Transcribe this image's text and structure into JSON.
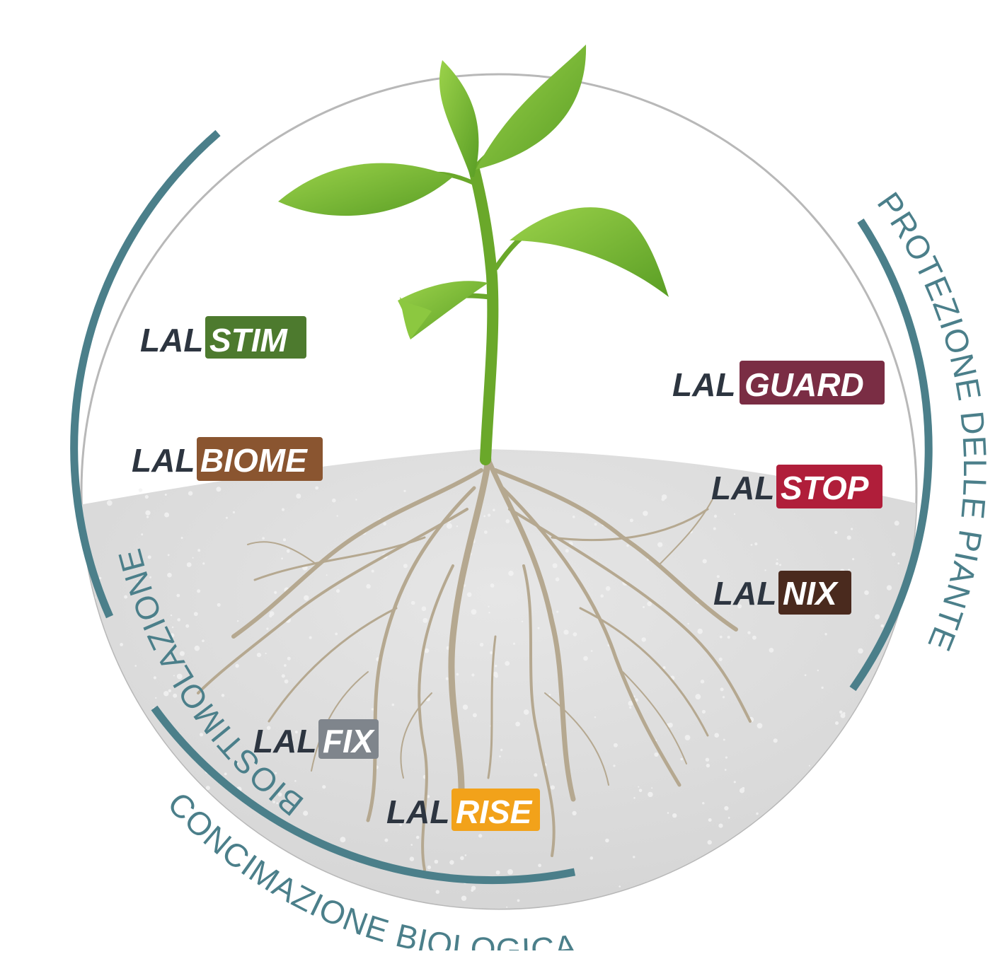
{
  "categories": [
    {
      "id": "biostimolazione",
      "label": "BIOSTIMOLAZIONE",
      "color": "#4b7f8a"
    },
    {
      "id": "protezione",
      "label": "PROTEZIONE DELLE PIANTE",
      "color": "#4b7f8a"
    },
    {
      "id": "concimazione",
      "label": "CONCIMAZIONE BIOLOGICA",
      "color": "#4b7f8a"
    }
  ],
  "brands": [
    {
      "prefix": "LAL",
      "suffix": "STIM",
      "color": "#4d7a2e",
      "category": "biostimolazione"
    },
    {
      "prefix": "LAL",
      "suffix": "BIOME",
      "color": "#8a5530",
      "category": "biostimolazione"
    },
    {
      "prefix": "LAL",
      "suffix": "GUARD",
      "color": "#7a2d44",
      "category": "protezione"
    },
    {
      "prefix": "LAL",
      "suffix": "STOP",
      "color": "#b01e3a",
      "category": "protezione"
    },
    {
      "prefix": "LAL",
      "suffix": "NIX",
      "color": "#4a2a1e",
      "category": "protezione"
    },
    {
      "prefix": "LAL",
      "suffix": "FIX",
      "color": "#7f858c",
      "category": "concimazione"
    },
    {
      "prefix": "LAL",
      "suffix": "RISE",
      "color": "#f2a21a",
      "category": "concimazione"
    }
  ],
  "colors": {
    "ring": "#4b7f8a",
    "outline": "#b8b8b8",
    "soil": "#dcdcdc",
    "root": "#b5a890",
    "leaf": "#7fc23a",
    "stem": "#6aa82a",
    "brand_prefix": "#2d3540"
  }
}
